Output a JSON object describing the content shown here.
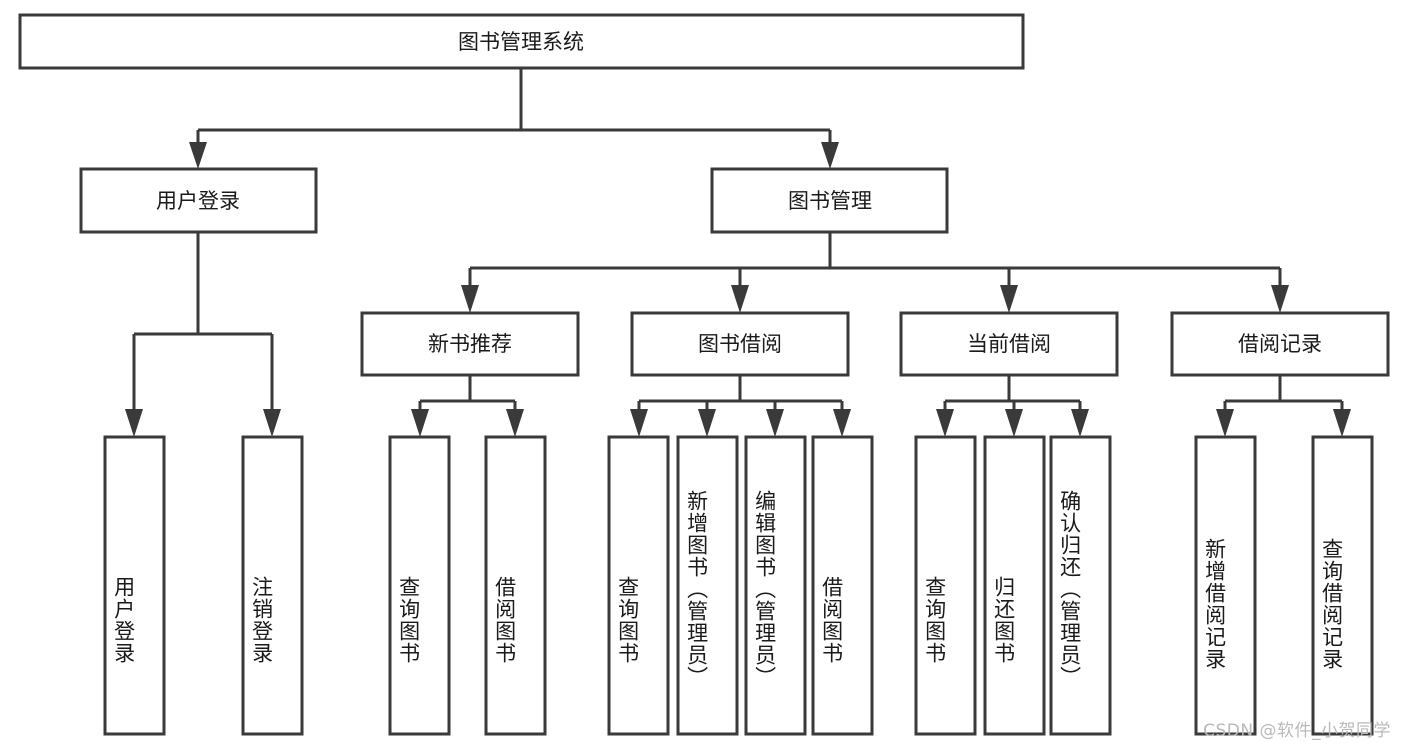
{
  "diagram": {
    "type": "tree",
    "title": "图书管理系统",
    "watermark": "CSDN @软件_小贺同学",
    "colors": {
      "box_stroke": "#3a3a3a",
      "box_fill": "#ffffff",
      "text": "#1a1a1a",
      "background": "#ffffff",
      "watermark": "#b9b9b9"
    },
    "root": {
      "label": "图书管理系统"
    },
    "level2": [
      {
        "label": "用户登录"
      },
      {
        "label": "图书管理"
      }
    ],
    "level3": [
      {
        "label": "新书推荐"
      },
      {
        "label": "图书借阅"
      },
      {
        "label": "当前借阅"
      },
      {
        "label": "借阅记录"
      }
    ],
    "leaves": {
      "user_login": [
        {
          "label": "用户登录"
        },
        {
          "label": "注销登录"
        }
      ],
      "new_book_recommend": [
        {
          "label": "查询图书"
        },
        {
          "label": "借阅图书"
        }
      ],
      "book_borrow": [
        {
          "label": "查询图书"
        },
        {
          "label": "新增图书（管理员）"
        },
        {
          "label": "编辑图书（管理员）"
        },
        {
          "label": "借阅图书"
        }
      ],
      "current_borrow": [
        {
          "label": "查询图书"
        },
        {
          "label": "归还图书"
        },
        {
          "label": "确认归还（管理员）"
        }
      ],
      "borrow_record": [
        {
          "label": "新增借阅记录"
        },
        {
          "label": "查询借阅记录"
        }
      ]
    }
  }
}
